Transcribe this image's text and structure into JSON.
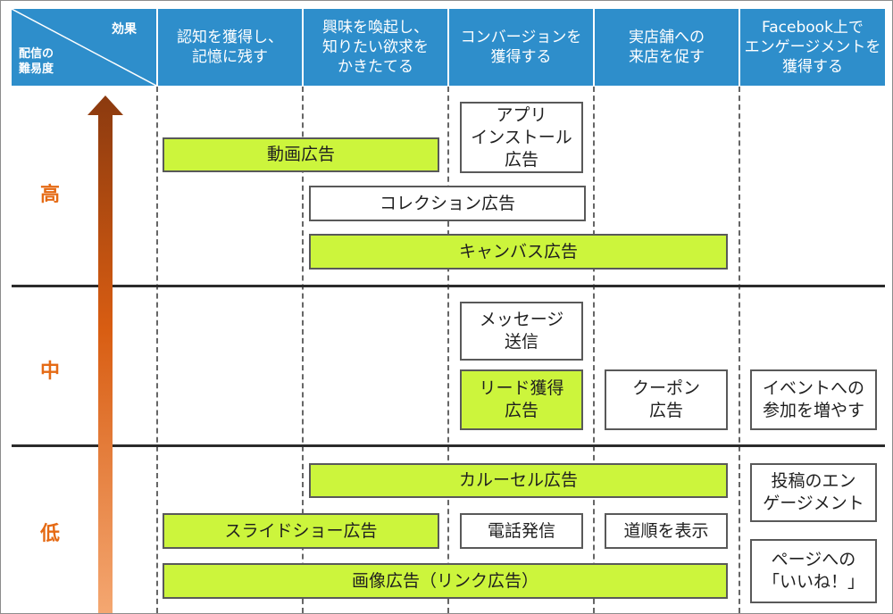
{
  "header": {
    "corner_effect": "効果",
    "corner_difficulty": "配信の\n難易度",
    "columns": [
      "認知を獲得し、\n記憶に残す",
      "興味を喚起し、\n知りたい欲求を\nかきたてる",
      "コンバージョンを\n獲得する",
      "実店舗への\n来店を促す",
      "Facebook上で\nエンゲージメントを\n獲得する"
    ]
  },
  "levels": {
    "high": "高",
    "mid": "中",
    "low": "低"
  },
  "ads": {
    "video": "動画広告",
    "app_install": "アプリ\nインストール\n広告",
    "collection": "コレクション広告",
    "canvas": "キャンバス広告",
    "messenger": "メッセージ\n送信",
    "lead": "リード獲得\n広告",
    "coupon": "クーポン\n広告",
    "event": "イベントへの\n参加を増やす",
    "carousel": "カルーセル広告",
    "post_engagement": "投稿のエン\nゲージメント",
    "slideshow": "スライドショー広告",
    "call": "電話発信",
    "directions": "道順を表示",
    "page_like": "ページへの\n「いいね！」",
    "image_link": "画像広告（リンク広告）"
  },
  "colors": {
    "header_bg": "#2e8ecb",
    "green_fill": "#ccf53c",
    "level_text": "#e56a14",
    "arrow_top": "#8b3a0f",
    "arrow_bottom": "#f4a771"
  }
}
